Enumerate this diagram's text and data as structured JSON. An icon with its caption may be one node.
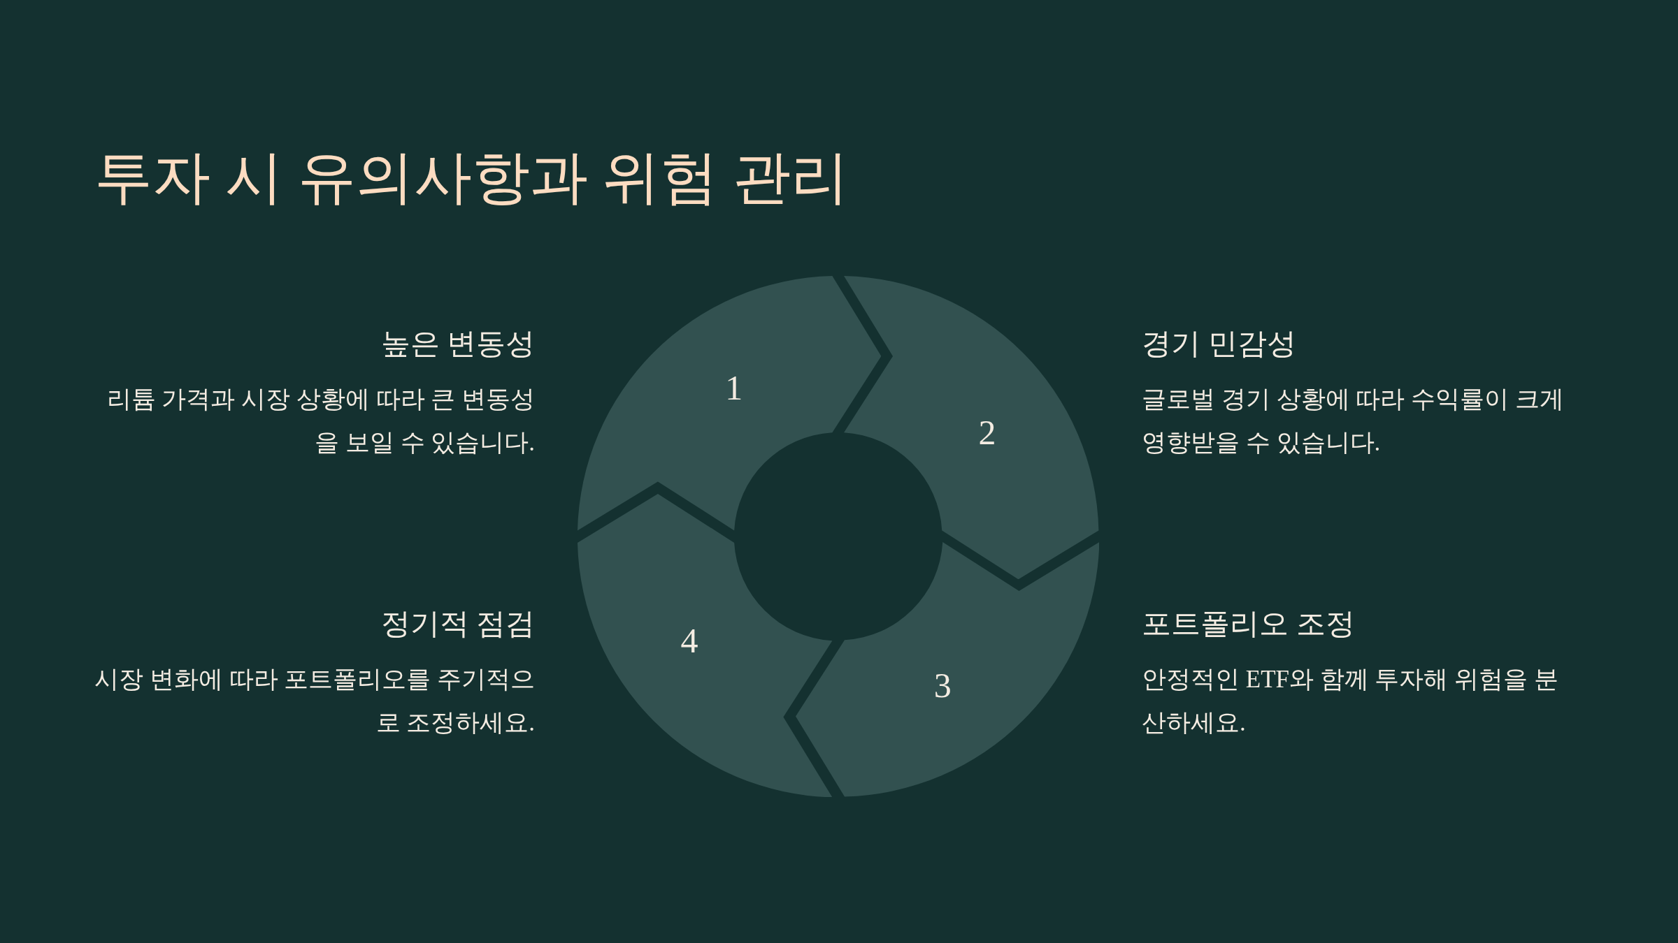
{
  "diagram": {
    "title": "투자 시 유의사항과 위험 관리",
    "nodes": [
      {
        "text": [
          "1"
        ],
        "beside": [
          "높은 변동성",
          "리튬 가격과 시장 상황에 따라 큰 변동성을 보일 수 있습니다."
        ]
      },
      {
        "text": [
          "2"
        ],
        "beside": [
          "경기 민감성",
          "글로벌 경기 상황에 따라 수익률이 크게 영향받을 수 있습니다."
        ]
      },
      {
        "text": [
          "3"
        ],
        "beside": [
          "포트폴리오 조정",
          "안정적인 ETF와 함께 투자해 위험을 분산하세요."
        ]
      },
      {
        "text": [
          "4"
        ],
        "beside": [
          "정기적 점검",
          "시장 변화에 따라 포트폴리오를 주기적으로 조정하세요."
        ]
      }
    ]
  }
}
